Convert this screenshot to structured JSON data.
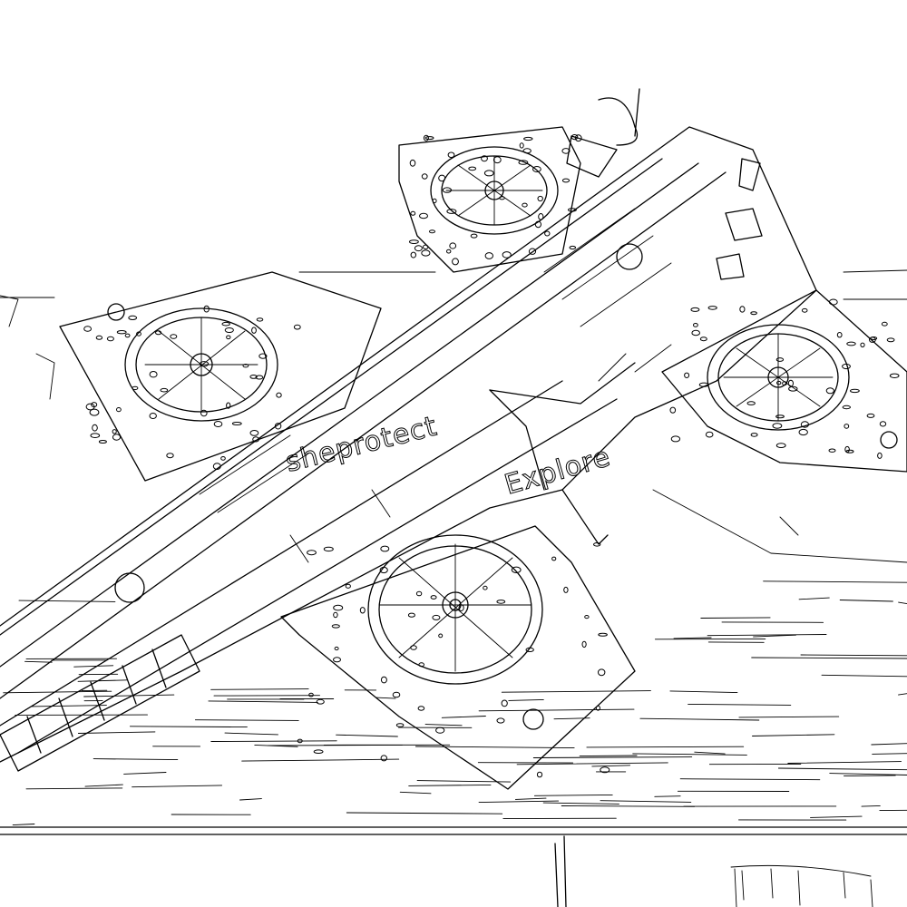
{
  "image": {
    "description_kind": "edge-detected line drawing",
    "subject": "toy quadcopter drone",
    "stroke_color": "#000000",
    "background_color": "#ffffff"
  },
  "hull_text": {
    "left_word": "sheprotect",
    "right_word": "Explore"
  }
}
